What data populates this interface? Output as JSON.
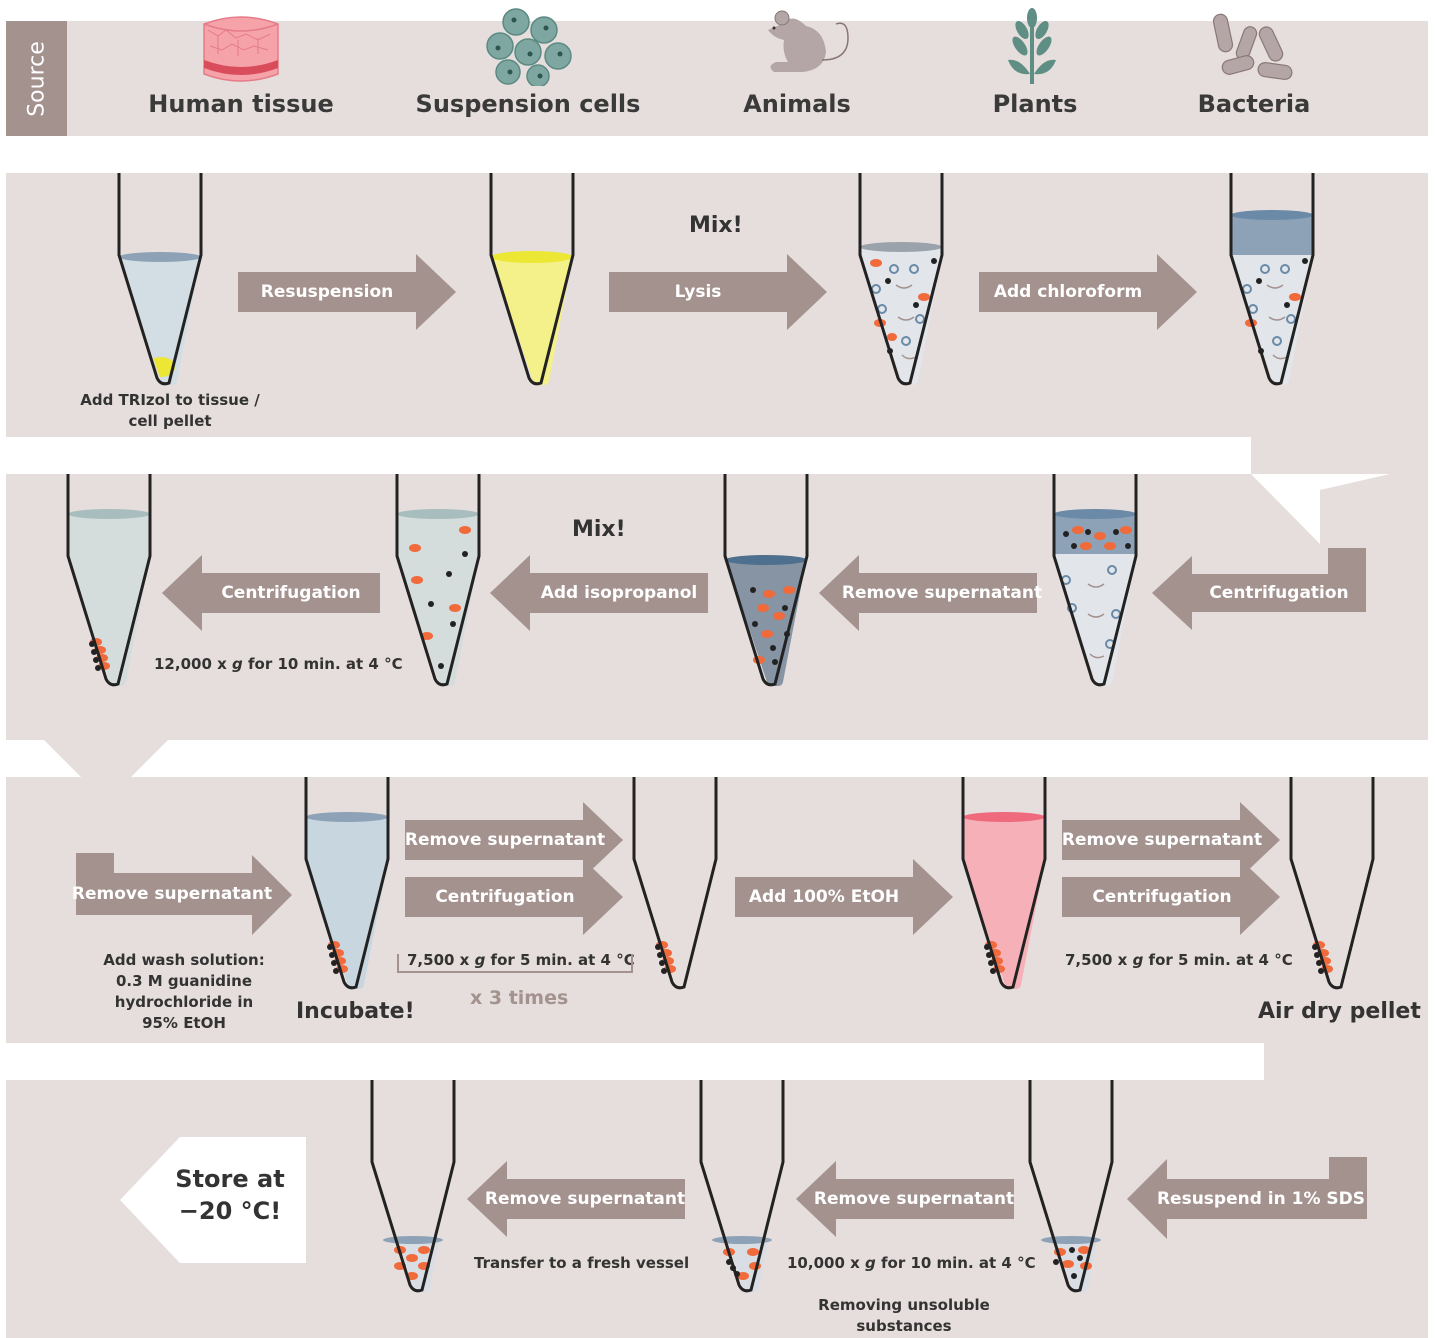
{
  "source": {
    "label": "Source",
    "items": [
      "Human tissue",
      "Suspension cells",
      "Animals",
      "Plants",
      "Bacteria"
    ]
  },
  "row1": {
    "arrows": [
      "Resuspension",
      "Lysis",
      "Add chloroform"
    ],
    "mix": "Mix!",
    "caption": "Add TRIzol to tissue /\ncell pellet"
  },
  "row2": {
    "arrows": [
      "Centrifugation",
      "Add isopropanol",
      "Remove supernatant",
      "Centrifugation"
    ],
    "mix": "Mix!",
    "condition": "12,000 x g for 10 min. at 4 °C"
  },
  "row3": {
    "arrows": [
      "Remove supernatant",
      "Remove supernatant",
      "Centrifugation",
      "Add 100% EtOH",
      "Remove supernatant",
      "Centrifugation"
    ],
    "wash": "Add wash solution:\n0.3 M guanidine\nhydrochloride in\n95% EtOH",
    "incubate": "Incubate!",
    "condition1": "7,500 x g for 5 min. at 4 °C",
    "repeat": "x 3 times",
    "condition2": "7,500 x g for 5 min. at 4 °C",
    "air_dry": "Air dry pellet"
  },
  "row4": {
    "arrows": [
      "Resuspend in 1% SDS",
      "Remove supernatant",
      "Remove supernatant"
    ],
    "condition": "10,000 x g for 10 min. at 4 °C",
    "removing": "Removing unsoluble\nsubstances",
    "transfer": "Transfer to a fresh vessel",
    "store": "Store at\n−20 °C!"
  },
  "colors": {
    "band": "#e6dedc",
    "arrow": "#a4928f",
    "orange": "#f06a3b",
    "blue_layer": "#6a8aa8",
    "yellow": "#f4f18a",
    "pink": "#f6b1b8"
  }
}
